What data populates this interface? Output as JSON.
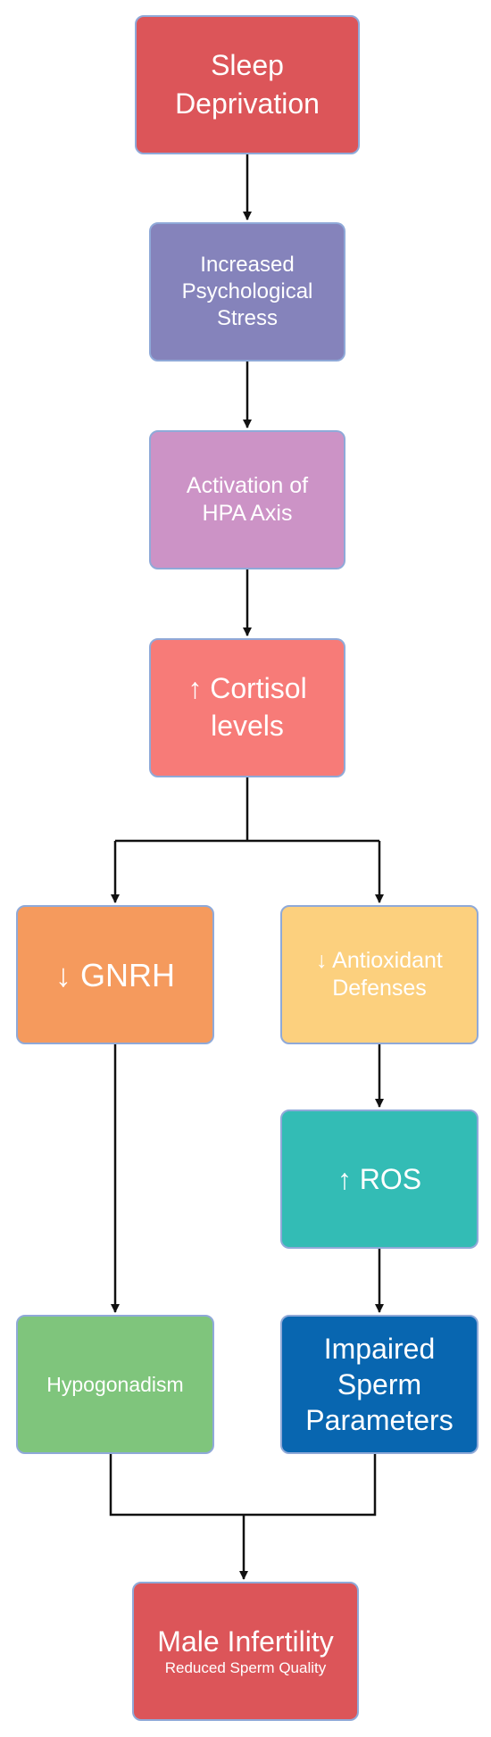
{
  "nodes": {
    "sleep_deprivation": {
      "lines": [
        "Sleep",
        "Deprivation"
      ]
    },
    "psychological_stress": {
      "lines": [
        "Increased",
        "Psychological",
        "Stress"
      ]
    },
    "hpa_axis": {
      "lines": [
        "Activation of",
        "HPA Axis"
      ]
    },
    "cortisol": {
      "lines": [
        "↑ Cortisol",
        "levels"
      ]
    },
    "gnrh": {
      "lines": [
        "↓ GNRH"
      ]
    },
    "antioxidant": {
      "lines": [
        "↓ Antioxidant",
        "Defenses"
      ]
    },
    "ros": {
      "lines": [
        "↑ ROS"
      ]
    },
    "hypogonadism": {
      "lines": [
        "Hypogonadism"
      ]
    },
    "sperm_parameters": {
      "lines": [
        "Impaired",
        "Sperm",
        "Parameters"
      ]
    },
    "male_infertility": {
      "title": "Male Infertility",
      "subtitle": "Reduced Sperm Quality"
    }
  },
  "colors": {
    "sleep_deprivation": "#dc5559",
    "psychological_stress": "#8583bb",
    "hpa_axis": "#cc93c6",
    "cortisol": "#f77b78",
    "gnrh": "#f59a5d",
    "antioxidant": "#fcd07e",
    "ros": "#33bcb5",
    "hypogonadism": "#7fc57c",
    "sperm_parameters": "#0866b0",
    "male_infertility": "#dc5559",
    "node_border": "#8fa9d8",
    "connector": "#111111"
  },
  "edges": [
    {
      "from": "sleep_deprivation",
      "to": "psychological_stress"
    },
    {
      "from": "psychological_stress",
      "to": "hpa_axis"
    },
    {
      "from": "hpa_axis",
      "to": "cortisol"
    },
    {
      "from": "cortisol",
      "to": "gnrh"
    },
    {
      "from": "cortisol",
      "to": "antioxidant"
    },
    {
      "from": "antioxidant",
      "to": "ros"
    },
    {
      "from": "ros",
      "to": "sperm_parameters"
    },
    {
      "from": "gnrh",
      "to": "hypogonadism"
    },
    {
      "from": "hypogonadism",
      "to": "male_infertility"
    },
    {
      "from": "sperm_parameters",
      "to": "male_infertility"
    }
  ]
}
